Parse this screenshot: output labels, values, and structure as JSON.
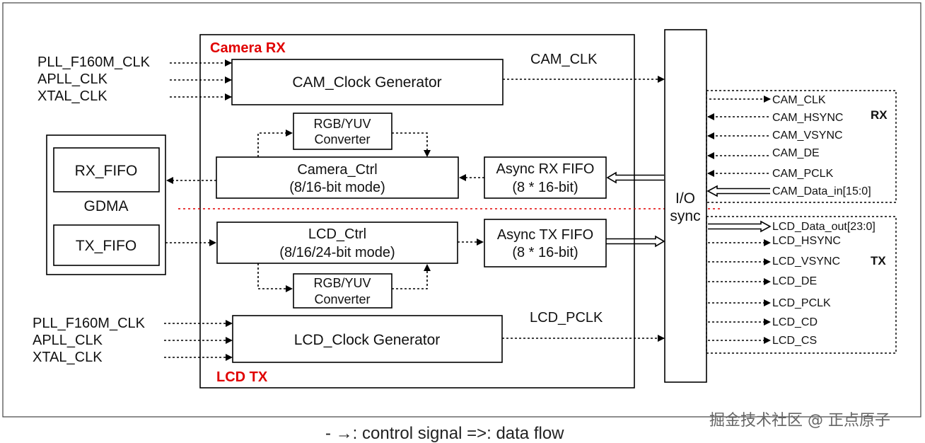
{
  "blocks": {
    "camera_rx_label": "Camera RX",
    "lcd_tx_label": "LCD TX",
    "cam_clock_gen": "CAM_Clock Generator",
    "lcd_clock_gen": "LCD_Clock Generator",
    "rgb_yuv_top": [
      "RGB/YUV",
      "Converter"
    ],
    "rgb_yuv_bottom": [
      "RGB/YUV",
      "Converter"
    ],
    "camera_ctrl": [
      "Camera_Ctrl",
      "(8/16-bit mode)"
    ],
    "lcd_ctrl": [
      "LCD_Ctrl",
      "(8/16/24-bit mode)"
    ],
    "async_rx": [
      "Async RX FIFO",
      "(8 * 16-bit)"
    ],
    "async_tx": [
      "Async TX FIFO",
      "(8 * 16-bit)"
    ],
    "rx_fifo": "RX_FIFO",
    "tx_fifo": "TX_FIFO",
    "gdma": "GDMA",
    "io_sync": [
      "I/O",
      "sync"
    ]
  },
  "clock_inputs_top": [
    "PLL_F160M_CLK",
    "APLL_CLK",
    "XTAL_CLK"
  ],
  "clock_inputs_bottom": [
    "PLL_F160M_CLK",
    "APLL_CLK",
    "XTAL_CLK"
  ],
  "cam_clk_label": "CAM_CLK",
  "lcd_pclk_label": "LCD_PCLK",
  "rx_group_label": "RX",
  "tx_group_label": "TX",
  "rx_signals": [
    "CAM_CLK",
    "CAM_HSYNC",
    "CAM_VSYNC",
    "CAM_DE",
    "CAM_PCLK",
    "CAM_Data_in[15:0]"
  ],
  "tx_signals": [
    "LCD_Data_out[23:0]",
    "LCD_HSYNC",
    "LCD_VSYNC",
    "LCD_DE",
    "LCD_PCLK",
    "LCD_CD",
    "LCD_CS"
  ],
  "legend": "- →: control signal =>: data flow",
  "watermark": "掘金技术社区 @ 正点原子",
  "colors": {
    "accent_red": "#e00000",
    "line": "#000000"
  }
}
